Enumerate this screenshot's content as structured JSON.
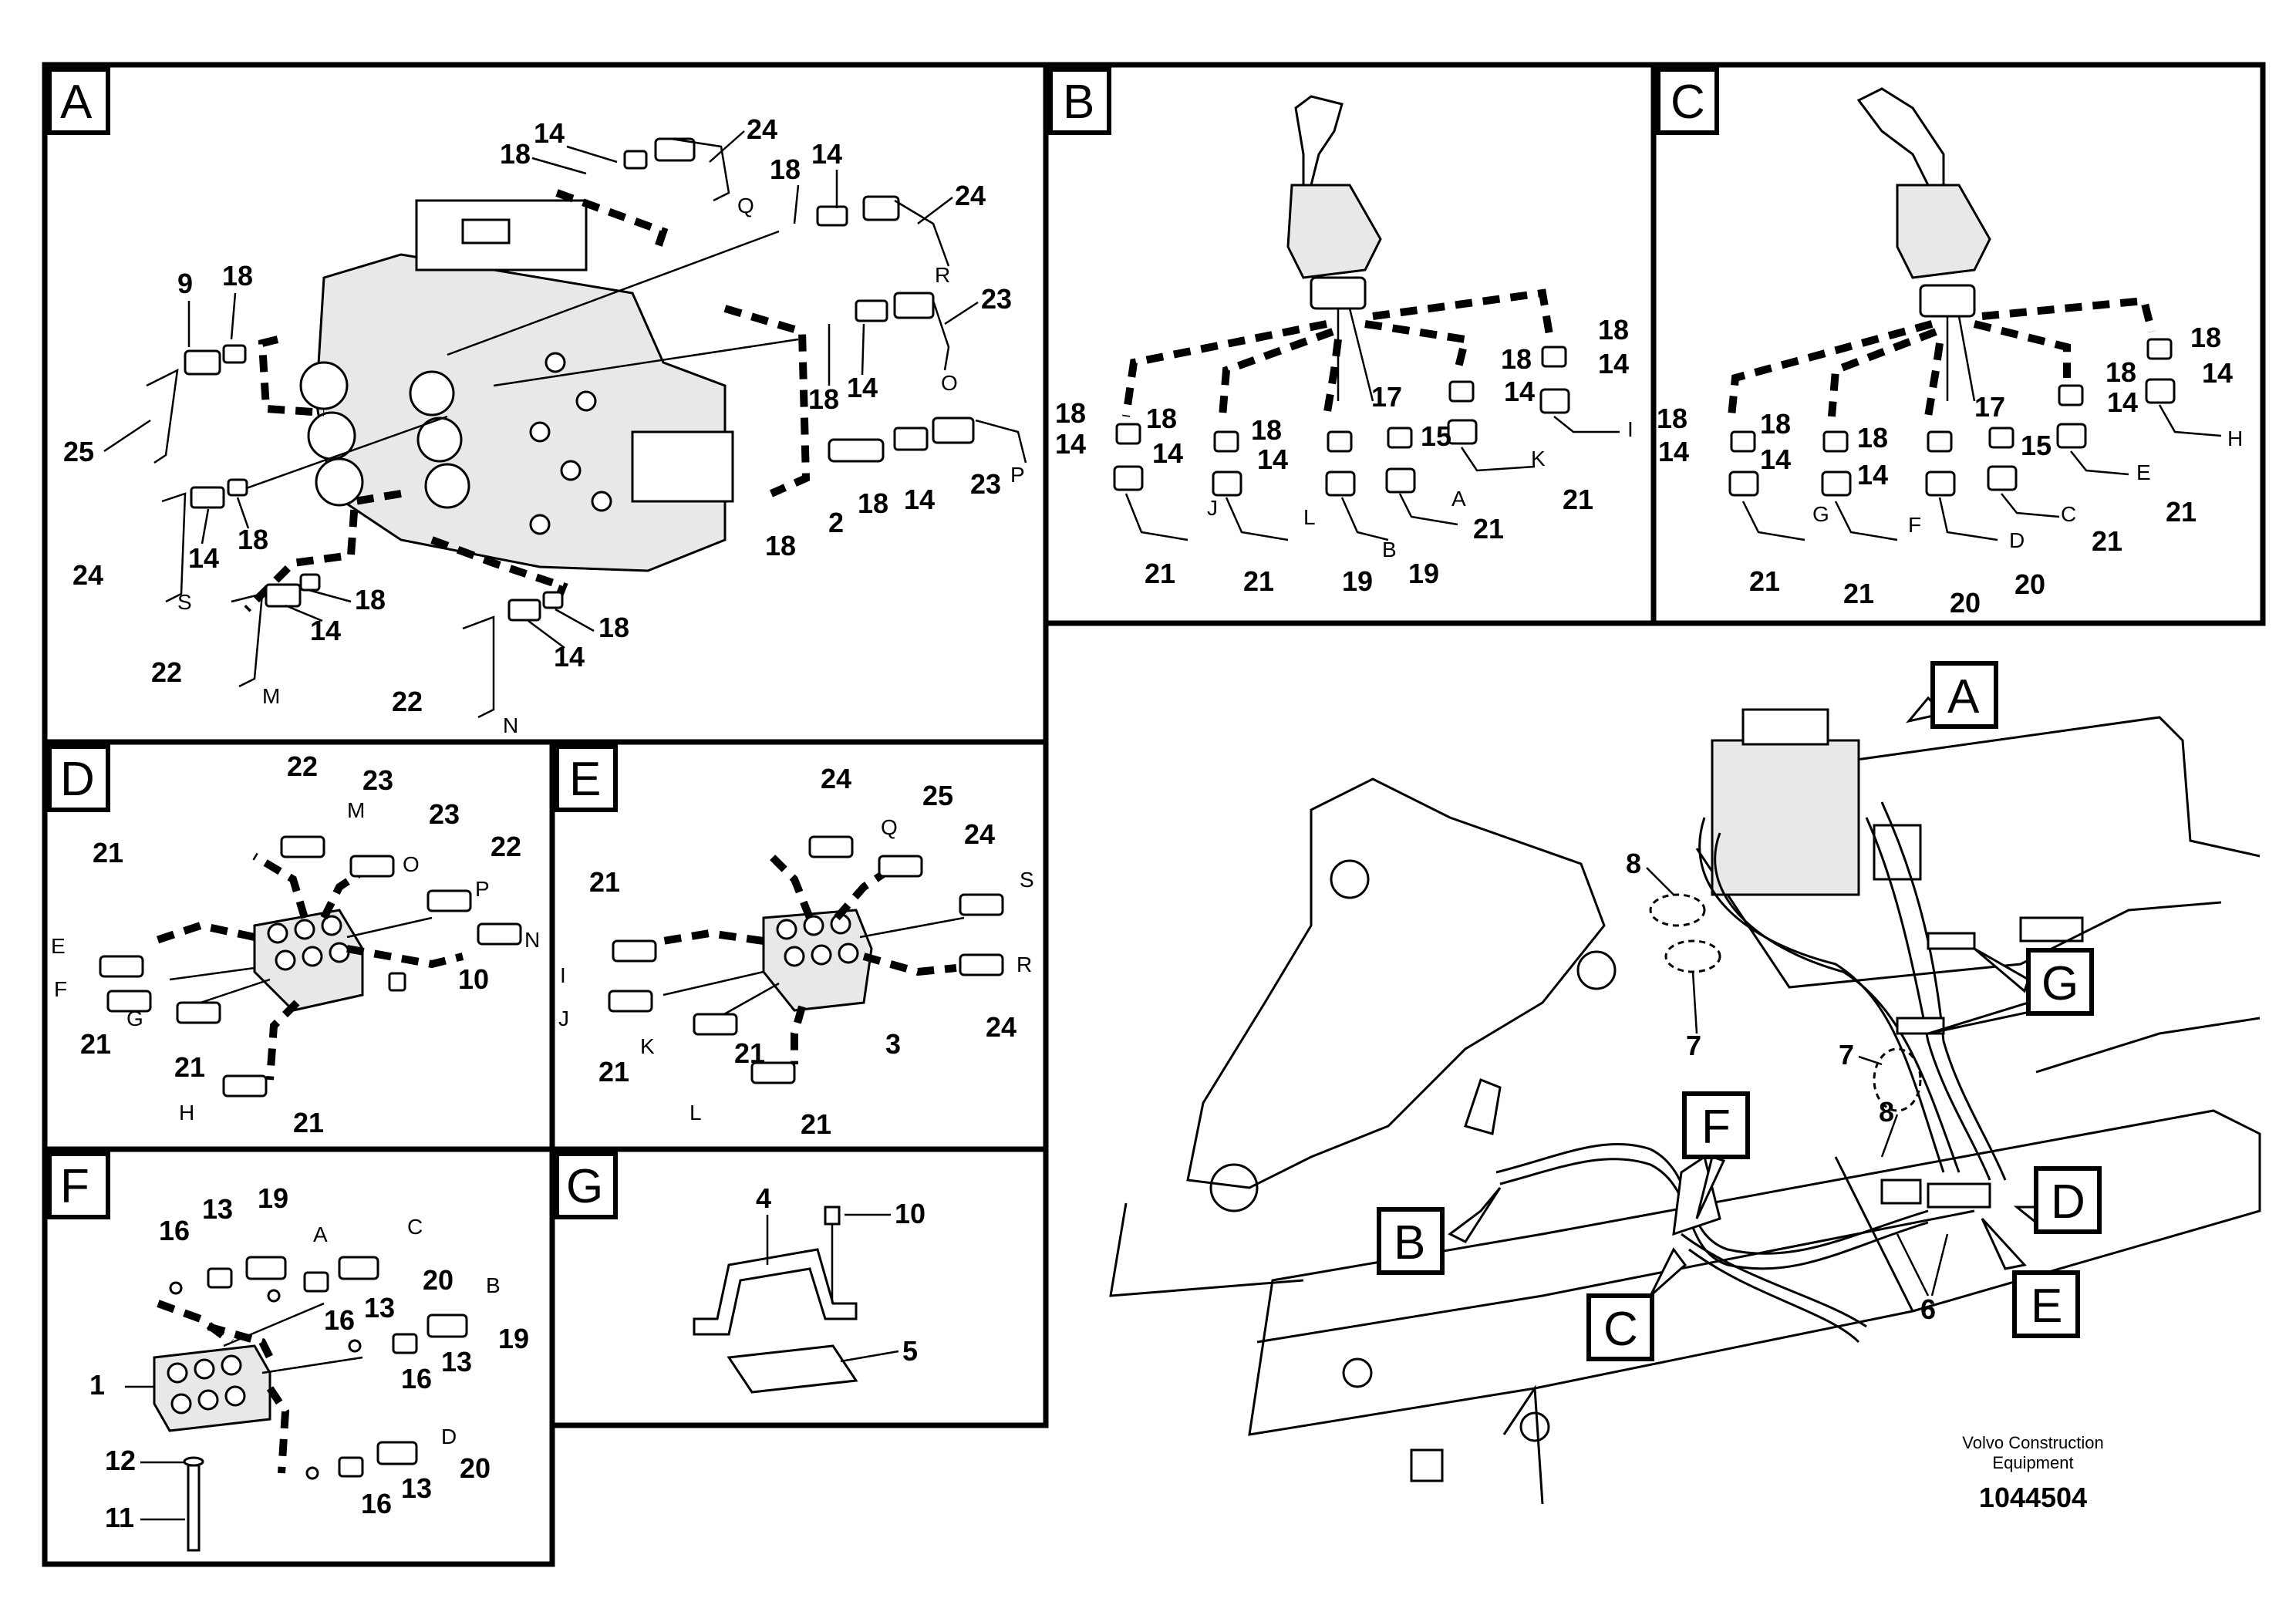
{
  "panels": {
    "A": {
      "letter": "A"
    },
    "B": {
      "letter": "B"
    },
    "C": {
      "letter": "C"
    },
    "D": {
      "letter": "D"
    },
    "E": {
      "letter": "E"
    },
    "F": {
      "letter": "F"
    },
    "G": {
      "letter": "G"
    }
  },
  "part_numbers": {
    "p1": "1",
    "p2": "2",
    "p3": "3",
    "p4": "4",
    "p5": "5",
    "p6": "6",
    "p7": "7",
    "p8": "8",
    "p9": "9",
    "p10": "10",
    "p11": "11",
    "p12": "12",
    "p13": "13",
    "p14": "14",
    "p15": "15",
    "p16": "16",
    "p17": "17",
    "p18": "18",
    "p19": "19",
    "p20": "20",
    "p21": "21",
    "p22": "22",
    "p23": "23",
    "p24": "24",
    "p25": "25"
  },
  "ports": {
    "A": "A",
    "B": "B",
    "C": "C",
    "D": "D",
    "E": "E",
    "F": "F",
    "G": "G",
    "H": "H",
    "I": "I",
    "J": "J",
    "K": "K",
    "L": "L",
    "M": "M",
    "N": "N",
    "O": "O",
    "P": "P",
    "Q": "Q",
    "R": "R",
    "S": "S"
  },
  "overview_callouts": [
    "A",
    "B",
    "C",
    "D",
    "E",
    "F",
    "G"
  ],
  "footer": {
    "brand_line1": "Volvo Construction",
    "brand_line2": "Equipment",
    "drawing_number": "1044504"
  },
  "colors": {
    "ink": "#000000",
    "paper": "#ffffff"
  }
}
